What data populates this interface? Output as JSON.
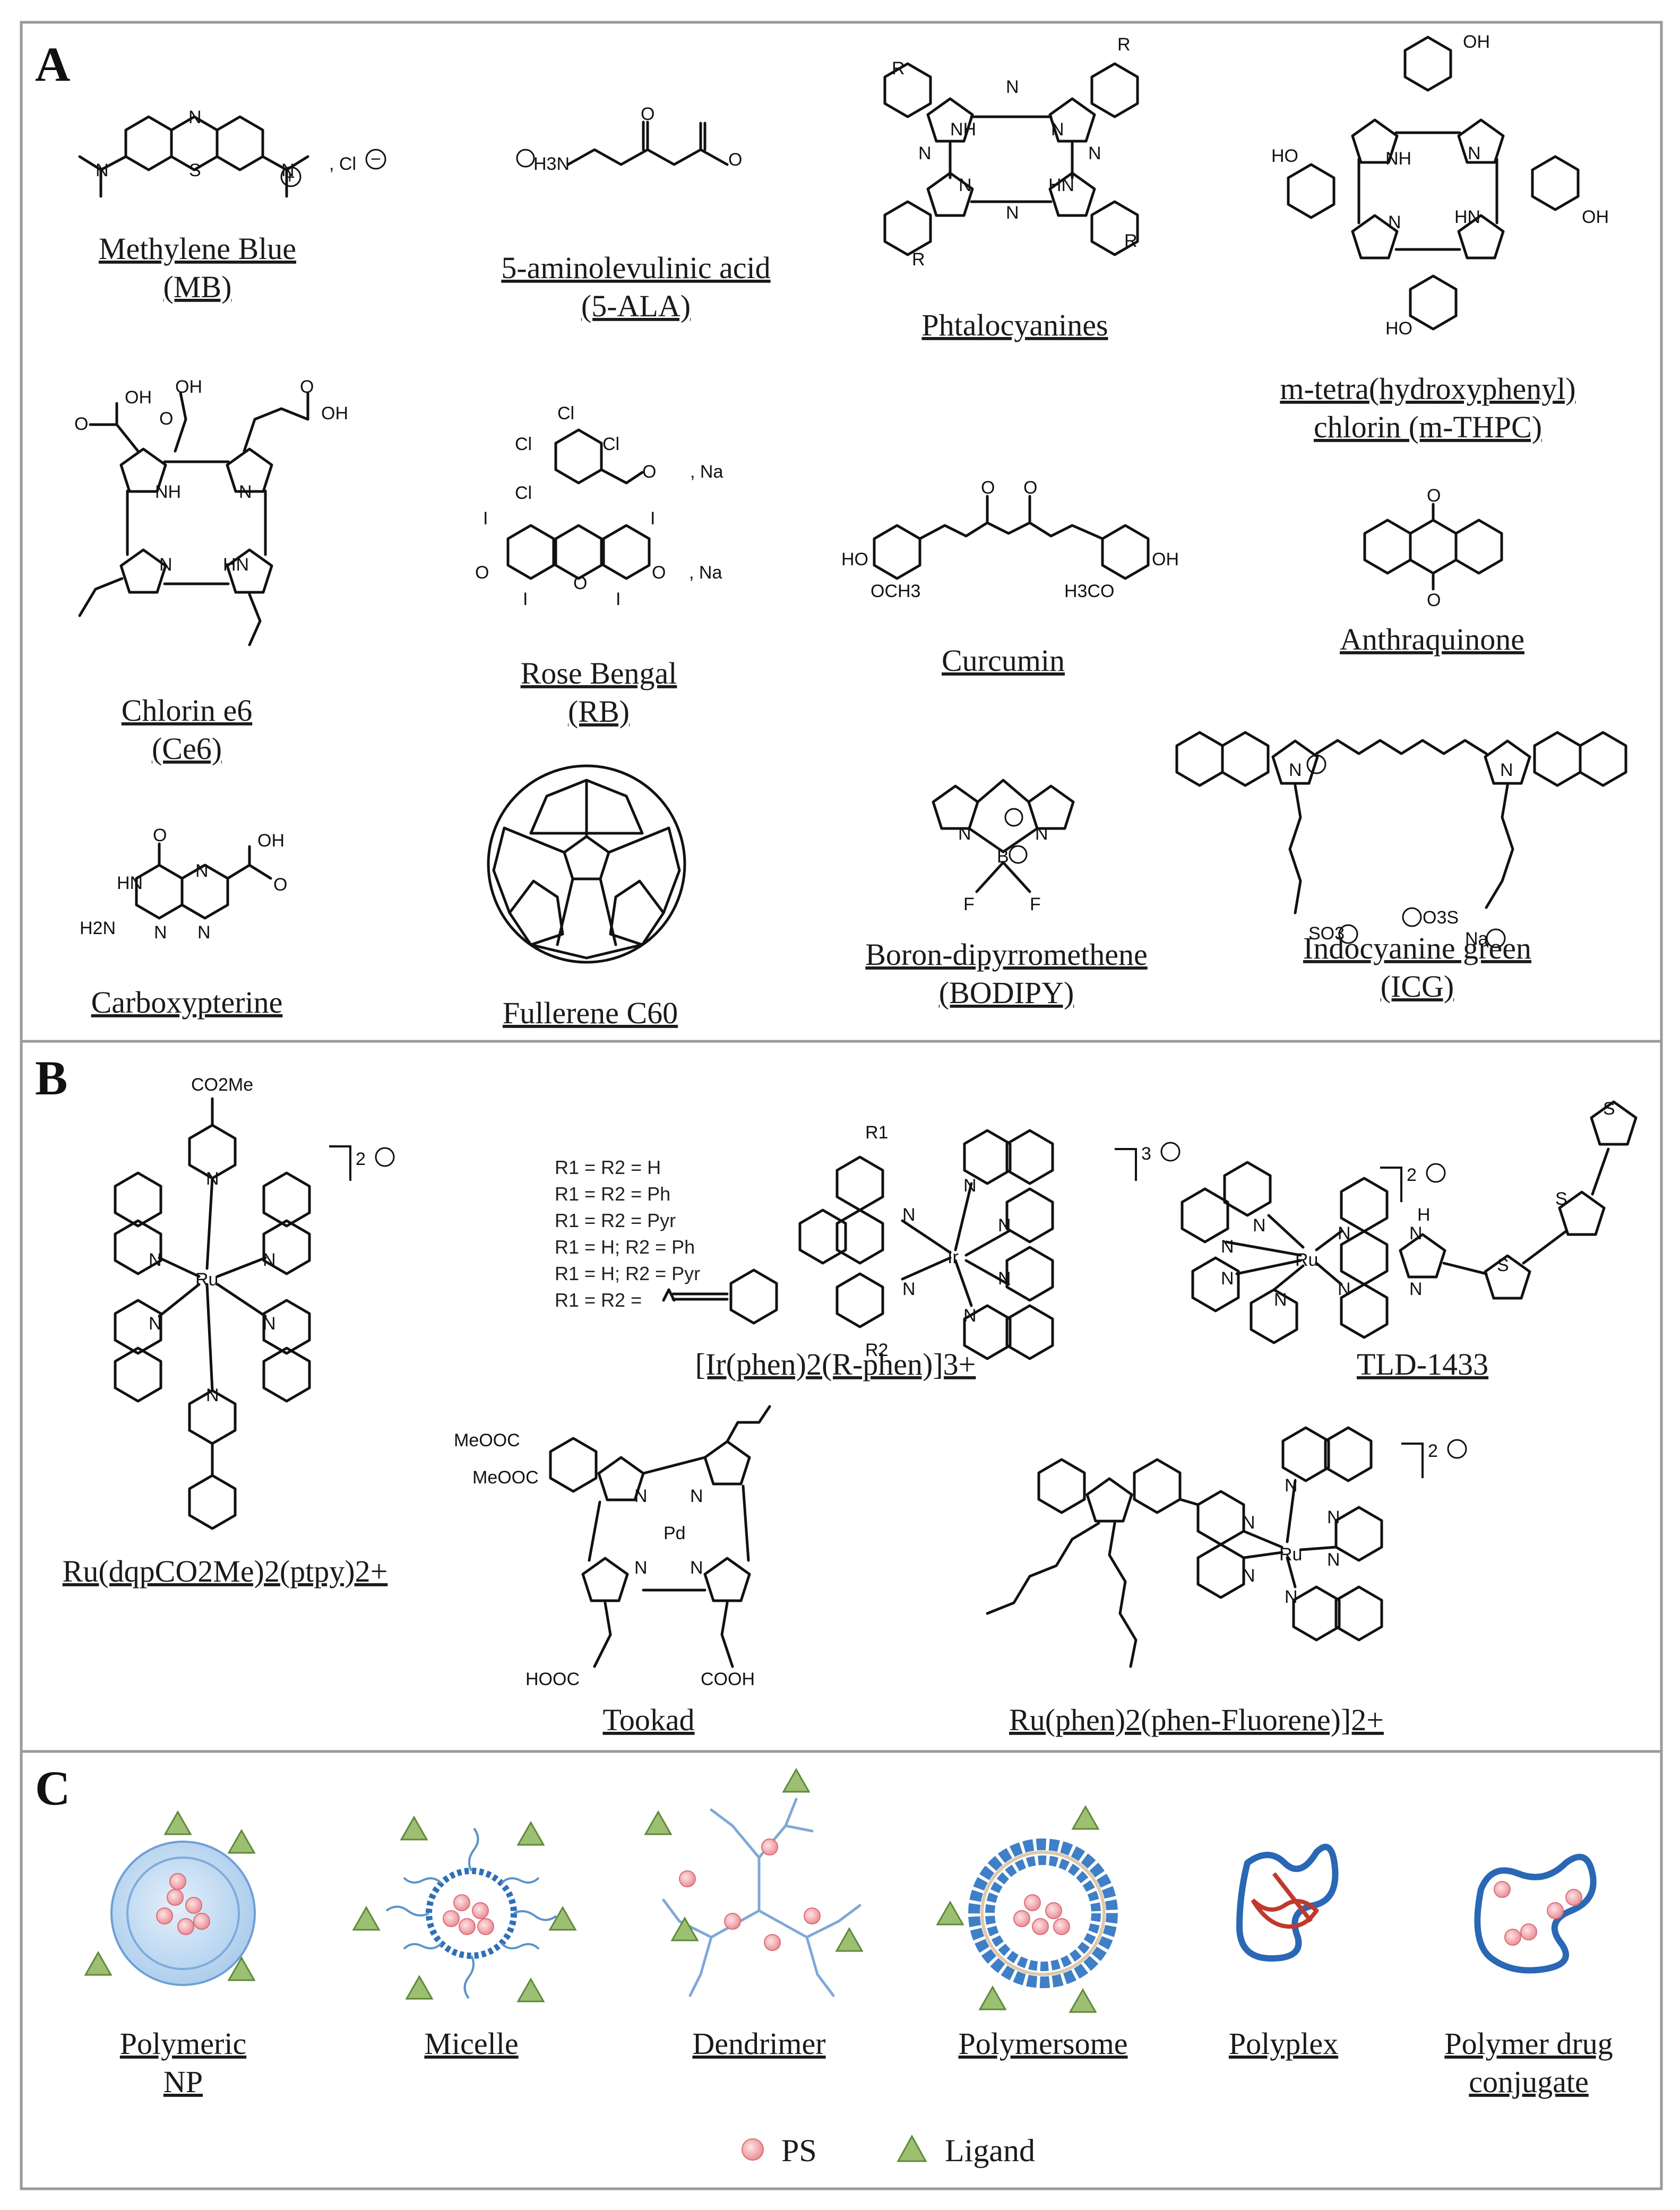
{
  "panels": {
    "A": {
      "letter": "A",
      "compounds": [
        {
          "label1": "Methylene Blue",
          "label2": "(MB)"
        },
        {
          "label1": "5-aminolevulinic acid",
          "label2": "(5-ALA)"
        },
        {
          "label1": "Phtalocyanines",
          "label2": ""
        },
        {
          "label1": "m-tetra(hydroxyphenyl)",
          "label2": "chlorin (m-THPC)"
        },
        {
          "label1": "Chlorin e6",
          "label2": "(Ce6)"
        },
        {
          "label1": "Rose Bengal",
          "label2": "(RB)"
        },
        {
          "label1": "Curcumin",
          "label2": ""
        },
        {
          "label1": "Anthraquinone",
          "label2": ""
        },
        {
          "label1": "Carboxypterine",
          "label2": ""
        },
        {
          "label1": "Fullerene C60",
          "label2": ""
        },
        {
          "label1": "Boron-dipyrromethene",
          "label2": "(BODIPY)"
        },
        {
          "label1": "Indocyanine green",
          "label2": "(ICG)"
        }
      ]
    },
    "B": {
      "letter": "B",
      "compounds": [
        {
          "label": "Ru(dqpCO2Me)2(ptpy)2+"
        },
        {
          "label": "[Ir(phen)2(R-phen)]3+"
        },
        {
          "label": "TLD-1433"
        },
        {
          "label": "Tookad"
        },
        {
          "label": "Ru(phen)2(phen-Fluorene)]2+"
        }
      ],
      "r_list": [
        "R1 = R2 = H",
        "R1 = R2 = Ph",
        "R1 = R2 = Pyr",
        "R1 = H; R2 = Ph",
        "R1 = H; R2 = Pyr",
        "R1 = R2 ="
      ]
    },
    "C": {
      "letter": "C",
      "carriers": [
        {
          "label1": "Polymeric",
          "label2": "NP"
        },
        {
          "label1": "Micelle",
          "label2": ""
        },
        {
          "label1": "Dendrimer",
          "label2": ""
        },
        {
          "label1": "Polymersome",
          "label2": ""
        },
        {
          "label1": "Polyplex",
          "label2": ""
        },
        {
          "label1": "Polymer drug",
          "label2": "conjugate"
        }
      ],
      "legend": [
        {
          "label": "PS",
          "color": "#f4a3a8"
        },
        {
          "label": "Ligand",
          "color": "#8fb36a"
        }
      ]
    }
  },
  "atoms": {
    "mb": [
      "N",
      "N",
      "S",
      "N",
      ", Cl"
    ],
    "ala": [
      "H3N",
      "O",
      "O"
    ],
    "pc": [
      "R",
      "R",
      "R",
      "R",
      "NH",
      "HN",
      "N",
      "N",
      "N",
      "N",
      "N",
      "N"
    ],
    "mthpc": [
      "OH",
      "HO",
      "OH",
      "HO",
      "NH",
      "HN",
      "N",
      "N"
    ],
    "ce6": [
      "OH",
      "OH",
      "OH",
      "O",
      "O",
      "O",
      "NH",
      "HN",
      "N",
      "N"
    ],
    "rb": [
      "Cl",
      "Cl",
      "Cl",
      "Cl",
      "O",
      ", Na",
      "I",
      "I",
      "I",
      "I",
      "O",
      "O",
      "O",
      ", Na"
    ],
    "cur": [
      "O",
      "O",
      "HO",
      "OCH3",
      "H3CO",
      "OH"
    ],
    "aq": [
      "O",
      "O"
    ],
    "cp": [
      "O",
      "OH",
      "O",
      "HN",
      "N",
      "H2N",
      "N",
      "N"
    ],
    "bodipy": [
      "N",
      "N",
      "B",
      "F",
      "F"
    ],
    "icg": [
      "N",
      "N",
      "SO3",
      "O3S",
      "Na"
    ],
    "ru1": [
      "CO2Me",
      "N",
      "N",
      "N",
      "Ru",
      "N",
      "N",
      "N"
    ],
    "ir": [
      "R1",
      "R2",
      "Ir",
      "N",
      "N",
      "N",
      "N",
      "N",
      "N"
    ],
    "tld": [
      "Ru",
      "N",
      "N",
      "N",
      "N",
      "N",
      "N",
      "H",
      "N",
      "N",
      "S",
      "S",
      "S"
    ],
    "tookad": [
      "MeOOC",
      "MeOOC",
      "Pd",
      "N",
      "N",
      "N",
      "N",
      "HOOC",
      "COOH"
    ],
    "ru3": [
      "Ru",
      "N",
      "N",
      "N",
      "N",
      "N",
      "N"
    ]
  }
}
